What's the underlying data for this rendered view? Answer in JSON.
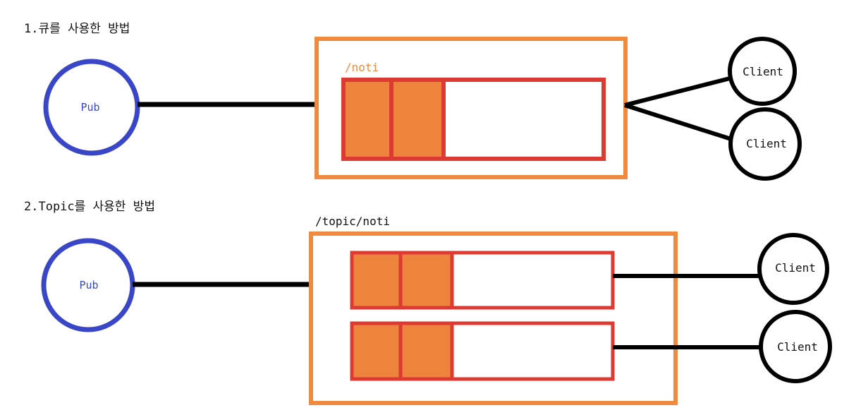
{
  "colors": {
    "pub": "#3a46c8",
    "container": "#ef8a3f",
    "queue_border": "#dc3a32",
    "slot_fill": "#ed833d",
    "line": "#000000",
    "path_text_1": "#ef8a3f",
    "path_text_2": "#111111"
  },
  "section1": {
    "title": "1.큐를 사용한 방법",
    "pub_label": "Pub",
    "path": "/noti",
    "clients": [
      "Client",
      "Client"
    ]
  },
  "section2": {
    "title": "2.Topic를 사용한 방법",
    "pub_label": "Pub",
    "path": "/topic/noti",
    "clients": [
      "Client",
      "Client"
    ]
  }
}
